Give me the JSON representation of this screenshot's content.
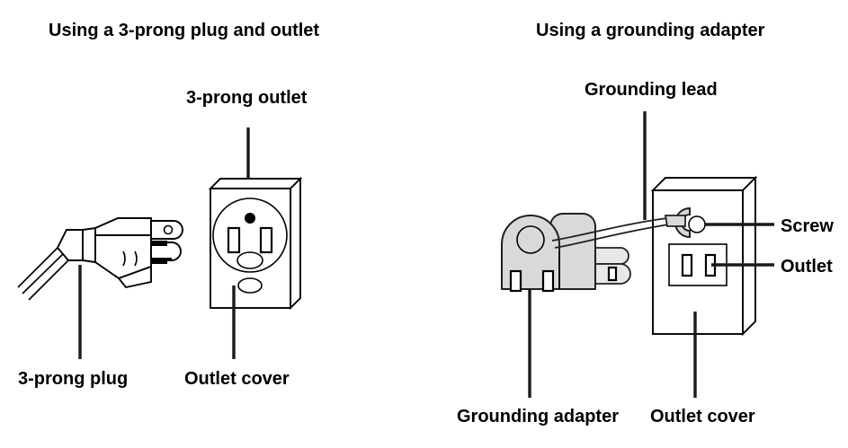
{
  "document": {
    "kind": "instructional-line-diagram",
    "subject": "Electrical grounding: 3-prong plug/outlet vs. grounding adapter",
    "background_color": "#ffffff",
    "ink_color": "#000000",
    "adapter_fill_color": "#d9d9d9",
    "leader_color": "#1a1a1a"
  },
  "panels": [
    {
      "id": "left",
      "title": "Using a 3-prong plug and outlet",
      "callouts": [
        {
          "id": "three-prong-outlet",
          "label": "3-prong outlet",
          "position": "top"
        },
        {
          "id": "three-prong-plug",
          "label": "3-prong plug",
          "position": "bottom-left"
        },
        {
          "id": "outlet-cover-left",
          "label": "Outlet cover",
          "position": "bottom-right"
        }
      ],
      "figures": [
        {
          "id": "three-prong-plug-figure",
          "name": "3-prong plug with cord"
        },
        {
          "id": "three-prong-outlet-figure",
          "name": "Outlet cover with 3-prong receptacle"
        }
      ]
    },
    {
      "id": "right",
      "title": "Using a grounding adapter",
      "callouts": [
        {
          "id": "grounding-lead",
          "label": "Grounding lead",
          "position": "top"
        },
        {
          "id": "screw",
          "label": "Screw",
          "position": "right-upper"
        },
        {
          "id": "outlet",
          "label": "Outlet",
          "position": "right-lower"
        },
        {
          "id": "grounding-adapter",
          "label": "Grounding adapter",
          "position": "bottom-left"
        },
        {
          "id": "outlet-cover-right",
          "label": "Outlet cover",
          "position": "bottom-right"
        }
      ],
      "figures": [
        {
          "id": "grounding-adapter-figure",
          "name": "Grounding adapter with lead wire and fork terminal"
        },
        {
          "id": "two-prong-outlet-figure",
          "name": "Outlet cover with 2-slot receptacle and cover screw"
        }
      ]
    }
  ]
}
